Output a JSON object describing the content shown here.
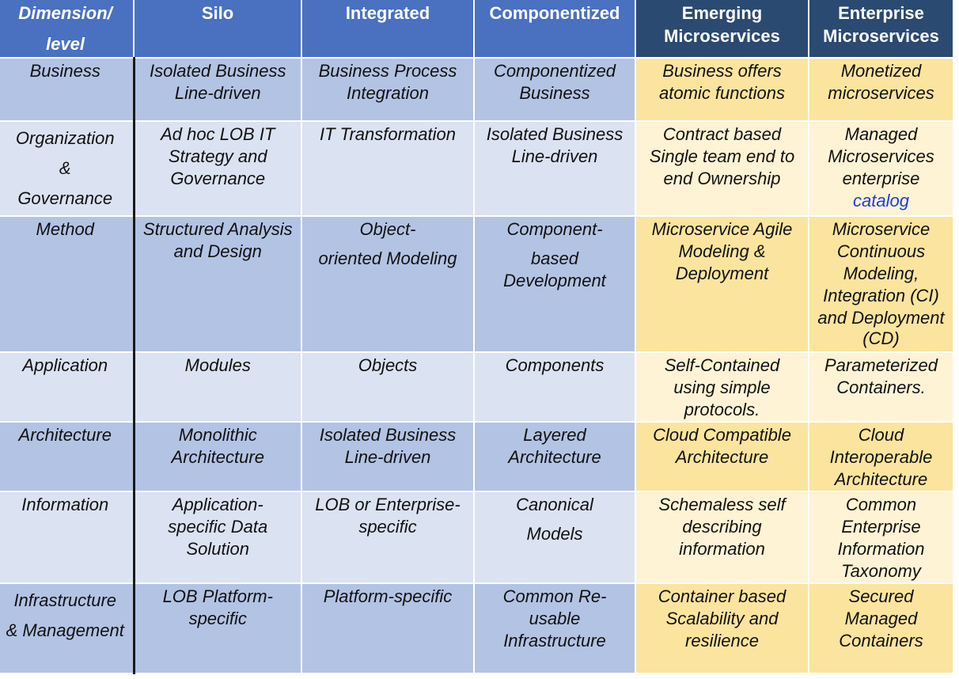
{
  "table": {
    "headers": {
      "dimension_line1": "Dimension/",
      "dimension_line2": "level",
      "silo": "Silo",
      "integrated": "Integrated",
      "componentized": "Componentized",
      "emerging_line1": "Emerging",
      "emerging_line2": "Microservices",
      "enterprise_line1": "Enterprise",
      "enterprise_line2": "Microservices"
    },
    "rows": {
      "business": {
        "label": "Business",
        "silo": [
          "Isolated Business",
          "Line-driven"
        ],
        "integrated": [
          "Business Process",
          "Integration"
        ],
        "componentized": [
          "Componentized",
          "Business"
        ],
        "emerging": [
          "Business offers",
          "atomic functions"
        ],
        "enterprise": [
          "Monetized",
          "microservices"
        ]
      },
      "organization": {
        "label": [
          "Organization",
          "&",
          "Governance"
        ],
        "silo": [
          "Ad hoc LOB IT",
          "Strategy and",
          "Governance"
        ],
        "integrated": [
          "IT Transformation"
        ],
        "componentized": [
          "Isolated Business",
          "Line-driven"
        ],
        "emerging": [
          "Contract based",
          "Single team end to",
          "end Ownership"
        ],
        "enterprise": [
          "Managed",
          "Microservices",
          "enterprise"
        ],
        "enterprise_link": "catalog"
      },
      "method": {
        "label": "Method",
        "silo": [
          "Structured Analysis",
          "and Design"
        ],
        "integrated": [
          "Object-",
          "oriented Modeling"
        ],
        "componentized": [
          "Component-",
          "based",
          "Development"
        ],
        "emerging": [
          "Microservice Agile",
          "Modeling &",
          "Deployment"
        ],
        "enterprise": [
          "Microservice",
          "Continuous",
          "Modeling,",
          "Integration (CI)",
          "and Deployment",
          "(CD)"
        ]
      },
      "application": {
        "label": "Application",
        "silo": [
          "Modules"
        ],
        "integrated": [
          "Objects"
        ],
        "componentized": [
          "Components"
        ],
        "emerging": [
          "Self-Contained",
          "using simple",
          "protocols."
        ],
        "enterprise": [
          "Parameterized",
          "Containers."
        ]
      },
      "architecture": {
        "label": "Architecture",
        "silo": [
          "Monolithic",
          "Architecture"
        ],
        "integrated": [
          "Isolated Business",
          "Line-driven"
        ],
        "componentized": [
          "Layered",
          "Architecture"
        ],
        "emerging": [
          "Cloud Compatible",
          "Architecture"
        ],
        "enterprise": [
          "Cloud",
          "Interoperable",
          "Architecture"
        ]
      },
      "information": {
        "label": "Information",
        "silo": [
          "Application-",
          "specific Data",
          "Solution"
        ],
        "integrated": [
          "LOB or Enterprise-",
          "specific"
        ],
        "componentized": [
          "Canonical",
          "Models"
        ],
        "emerging": [
          "Schemaless self",
          "describing",
          "information"
        ],
        "enterprise": [
          "Common",
          "Enterprise",
          "Information",
          "Taxonomy"
        ]
      },
      "infrastructure": {
        "label": [
          "Infrastructure",
          "& Management"
        ],
        "silo": [
          "LOB Platform-",
          "specific"
        ],
        "integrated": [
          "Platform-specific"
        ],
        "componentized": [
          "Common Re-",
          "usable",
          "Infrastructure"
        ],
        "emerging": [
          "Container based",
          "Scalability and",
          "resilience"
        ],
        "enterprise": [
          "Secured",
          "Managed",
          "Containers"
        ]
      }
    },
    "colors": {
      "header_blue": "#4a70c0",
      "header_dark": "#2a4a72",
      "row_blue_dark": "#b3c3e4",
      "row_blue_light": "#dbe2f1",
      "row_yellow_dark": "#fbe49e",
      "row_yellow_light": "#fef3d4",
      "link_blue": "#1a3fe0"
    }
  }
}
